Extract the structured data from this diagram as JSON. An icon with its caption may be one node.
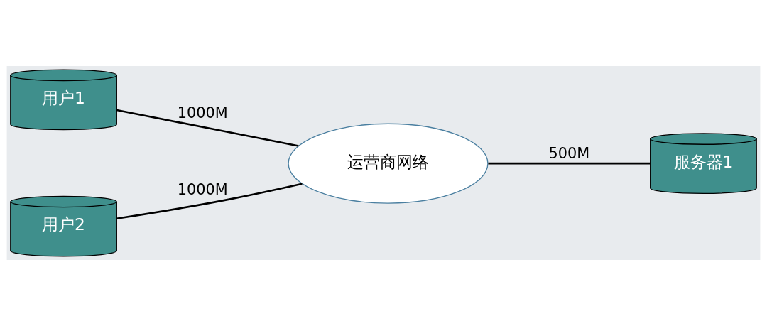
{
  "diagram": {
    "nodes": [
      {
        "text": [
          "用户1"
        ]
      },
      {
        "text": [
          "用户2"
        ]
      },
      {
        "text": [
          "运营商网络"
        ]
      },
      {
        "text": [
          "服务器1"
        ]
      }
    ],
    "edges": [
      {
        "from": 0,
        "to": 2,
        "arrow": "none",
        "label": "1000M"
      },
      {
        "from": 1,
        "to": 2,
        "arrow": "none",
        "label": "1000M"
      },
      {
        "from": 2,
        "to": 3,
        "arrow": "none",
        "label": "500M"
      }
    ]
  }
}
